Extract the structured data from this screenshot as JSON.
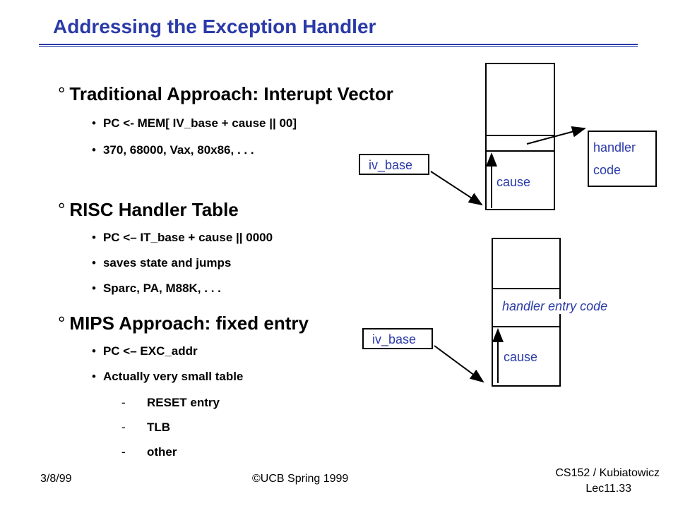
{
  "slide": {
    "title": "Addressing the Exception Handler"
  },
  "sections": [
    {
      "marker": "°",
      "heading": "Traditional Approach: Interupt Vector",
      "bullets": [
        "PC <- MEM[ IV_base + cause || 00]",
        "370, 68000, Vax, 80x86, . . ."
      ]
    },
    {
      "marker": "°",
      "heading": "RISC Handler Table",
      "bullets": [
        "PC <– IT_base + cause || 0000",
        "saves state and jumps",
        "Sparc, PA, M88K, . . ."
      ]
    },
    {
      "marker": "°",
      "heading": "MIPS Approach: fixed entry",
      "bullets": [
        "PC <– EXC_addr",
        "Actually very small table"
      ],
      "sub_bullets": [
        "RESET entry",
        "TLB",
        "other"
      ]
    }
  ],
  "bullet_glyph": "•",
  "dash_glyph": "-",
  "diagram_top": {
    "pointer_label": "iv_base",
    "cell_label": "cause",
    "target_label_line1": "handler",
    "target_label_line2": "code"
  },
  "diagram_bottom": {
    "pointer_label": "iv_base",
    "entry_label": "handler entry code",
    "cell_label": "cause"
  },
  "footer": {
    "date": "3/8/99",
    "copyright": "©UCB Spring 1999",
    "course": "CS152 / Kubiatowicz",
    "lecture": "Lec11.33"
  },
  "colors": {
    "title": "#2a3aa8",
    "diagram_text": "#2a3aa8"
  }
}
